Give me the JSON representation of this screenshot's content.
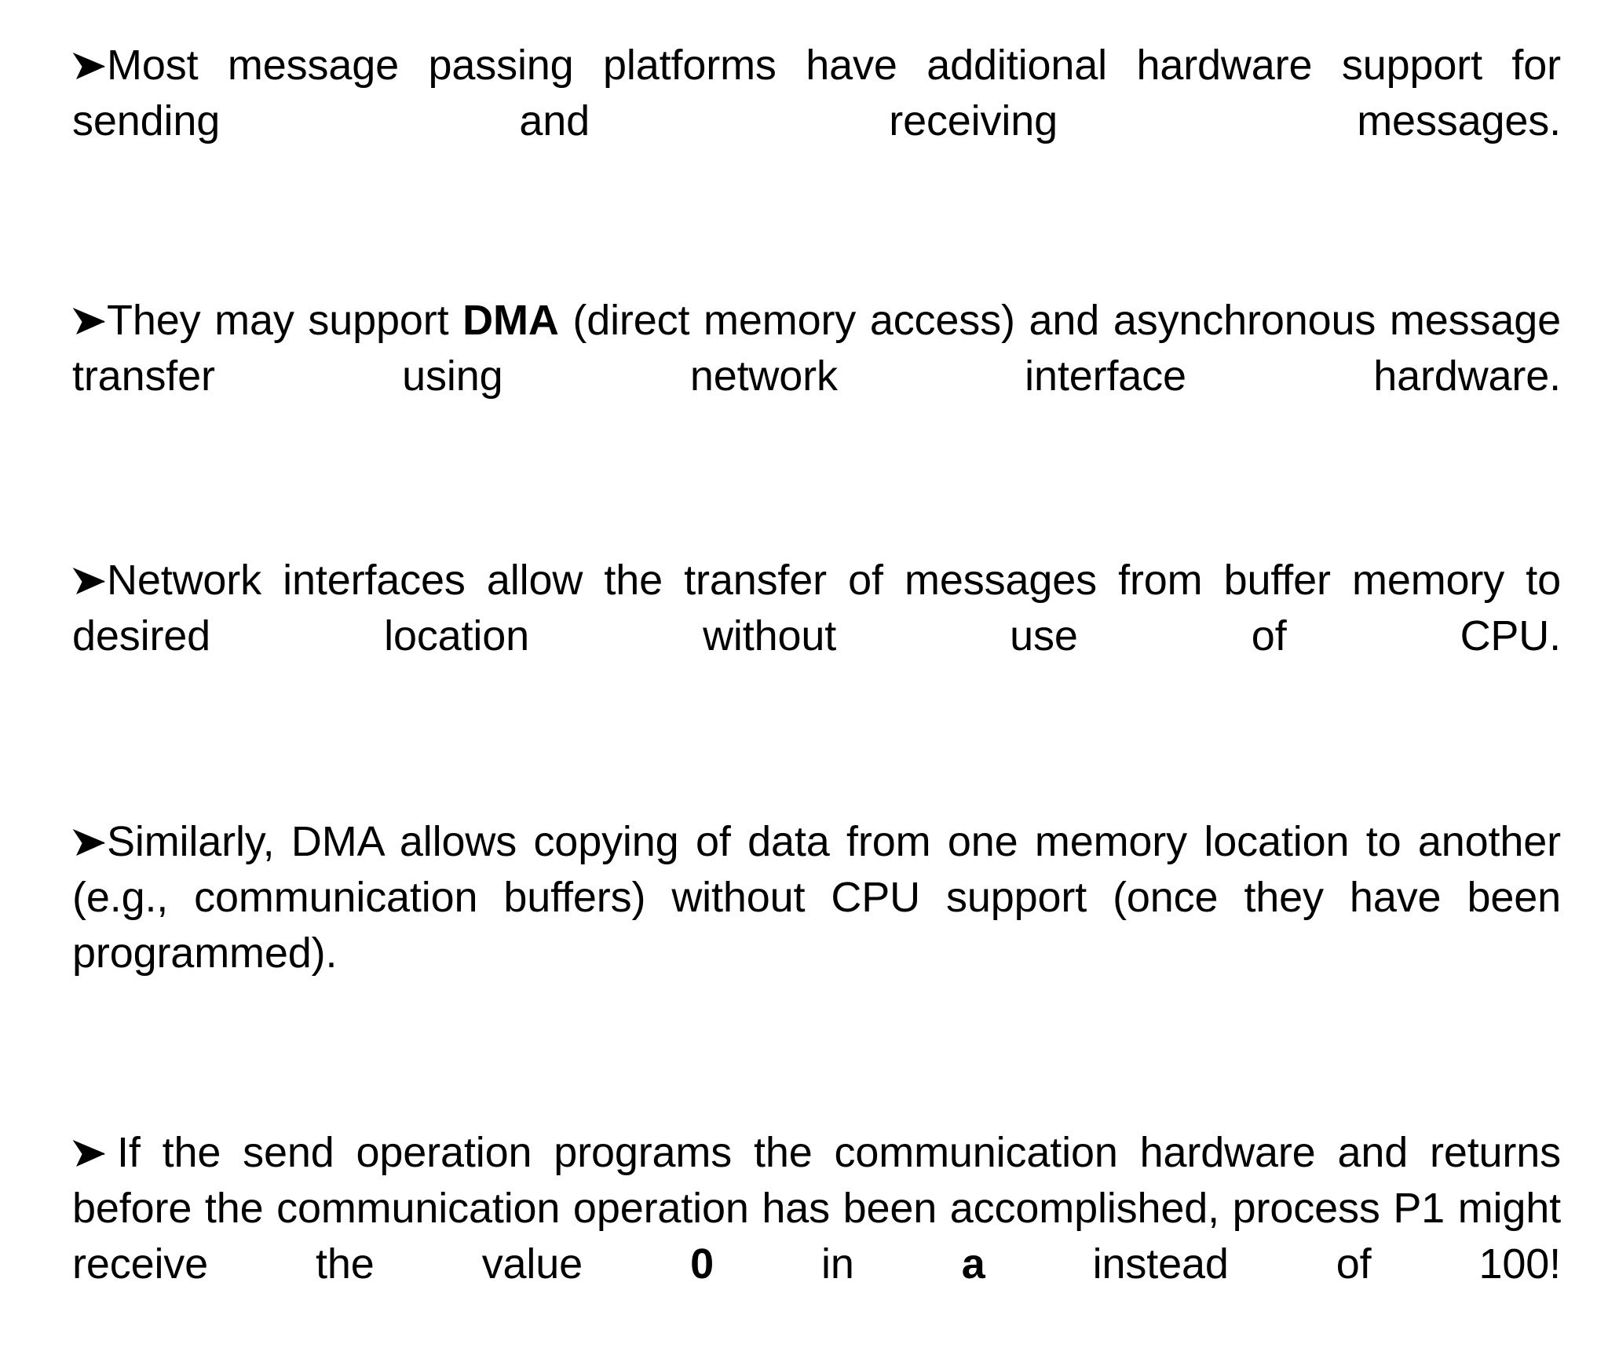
{
  "slide": {
    "background_color": "#FFFFFF",
    "text_color": "#000000",
    "bullet_glyph": "➢",
    "bullet_icon_name": "arrowhead-bullet-icon",
    "paragraphs": [
      {
        "id": "p1",
        "bullet": "➢",
        "segments": [
          {
            "text": "Most message passing platforms have additional hardware support for sending and receiving messages.",
            "bold": false
          }
        ],
        "plain_text": "Most message passing platforms have additional hardware support for sending and receiving messages."
      },
      {
        "id": "p2",
        "bullet": "➢",
        "segments": [
          {
            "text": "They may support ",
            "bold": false
          },
          {
            "text": "DMA",
            "bold": true
          },
          {
            "text": " (direct memory access) and asynchronous message transfer using network interface hardware.",
            "bold": false
          }
        ],
        "plain_text": "They may support DMA (direct memory access) and asynchronous message transfer using network interface hardware."
      },
      {
        "id": "p3",
        "bullet": "➢",
        "segments": [
          {
            "text": "Network interfaces allow the transfer of messages from buffer memory to desired location without use of CPU.",
            "bold": false
          }
        ],
        "plain_text": "Network interfaces allow the transfer of messages from buffer memory to desired location without use of CPU."
      },
      {
        "id": "p4",
        "bullet": "➢",
        "segments": [
          {
            "text": "Similarly, DMA allows copying of data from one memory location to another (e.g., communication buffers) without CPU support (once they have been programmed).",
            "bold": false
          }
        ],
        "plain_text": "Similarly, DMA allows copying of data from one memory location to another (e.g., communication buffers) without CPU support (once they have been programmed)."
      },
      {
        "id": "p5",
        "bullet": "➢",
        "bullet_trailing_space": true,
        "segments": [
          {
            "text": "If the send operation programs the communication hardware and returns before the communication operation has been accomplished, process P1 might receive the value ",
            "bold": false
          },
          {
            "text": "0",
            "bold": true
          },
          {
            "text": " in ",
            "bold": false
          },
          {
            "text": "a",
            "bold": true
          },
          {
            "text": " instead of 100!",
            "bold": false
          }
        ],
        "plain_text": "If the send operation programs the communication hardware and returns before the communication operation has been accomplished, process P1 might receive the value 0 in a instead of 100!"
      }
    ]
  }
}
